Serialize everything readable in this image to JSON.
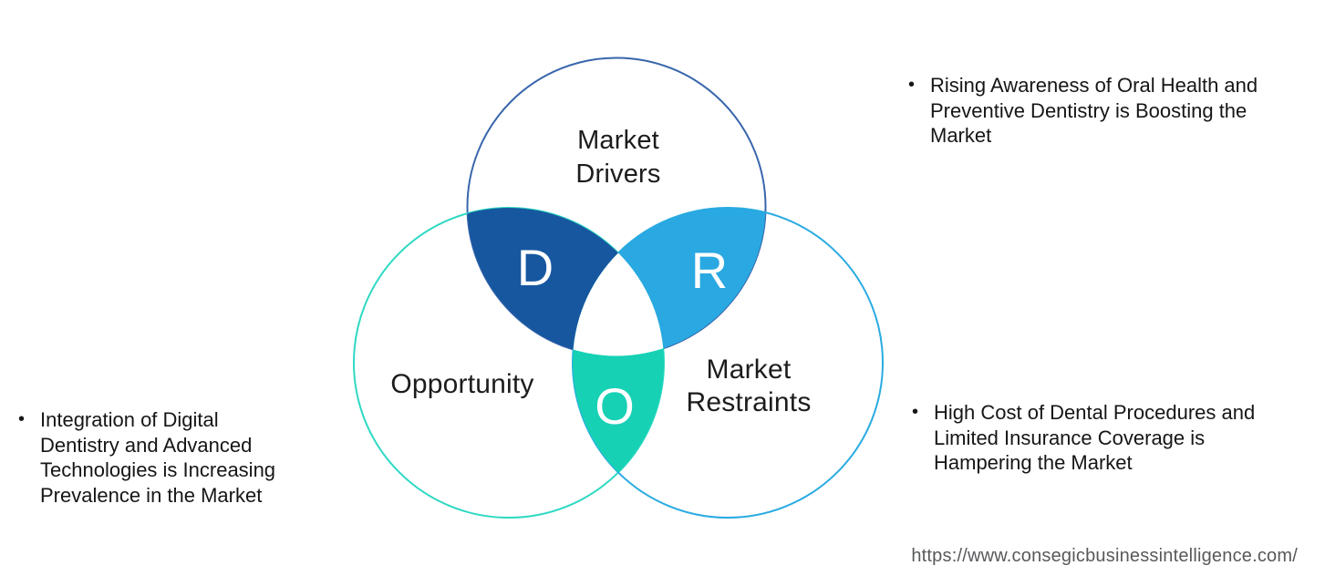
{
  "colors": {
    "background": "#ffffff",
    "drivers_fill": "#1757a0",
    "drivers_stroke": "#3866ac",
    "restraints_fill": "#29a8e1",
    "restraints_stroke": "#29abe2",
    "opportunity_fill": "#17d1b5",
    "opportunity_stroke": "#2ed9c3",
    "center_fill": "#ffffff",
    "label_text": "#1c1c1c",
    "note_text": "#161616",
    "url_text": "#58595b"
  },
  "venn": {
    "drivers": {
      "label": [
        "Market",
        "Drivers"
      ],
      "letter": "D"
    },
    "opportunity": {
      "label": [
        "Opportunity"
      ],
      "letter": "O"
    },
    "restraints": {
      "label": [
        "Market",
        "Restraints"
      ],
      "letter": "R"
    }
  },
  "notes": {
    "drivers": {
      "bullet": "•",
      "lines": [
        "Rising Awareness of Oral Health and",
        "Preventive Dentistry is Boosting the",
        "Market"
      ]
    },
    "opportunity": {
      "bullet": "•",
      "lines": [
        "Integration of Digital",
        "Dentistry and Advanced",
        "Technologies is Increasing",
        "Prevalence in the Market"
      ]
    },
    "restraints": {
      "bullet": "•",
      "lines": [
        "High Cost of Dental Procedures and",
        "Limited Insurance Coverage is",
        "Hampering the Market"
      ]
    }
  },
  "footer": {
    "url": "https://www.consegicbusinessintelligence.com/"
  }
}
